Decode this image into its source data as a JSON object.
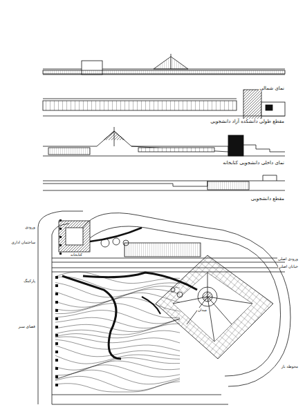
{
  "diagram": {
    "labels": [
      "نمای شمالی",
      "مقطع طولی دانشکده آزاد دانشجویی",
      "نمای داخلی دانشجویی کتابخانه",
      "مقطع دانشجویی",
      "ورودی",
      "ساختمان اداری",
      "پارکینگ",
      "فضای سبز",
      "کتابخانه",
      "میدان",
      "ورودی اصلی",
      "خیابان اصلی",
      "محوطه باز"
    ]
  }
}
